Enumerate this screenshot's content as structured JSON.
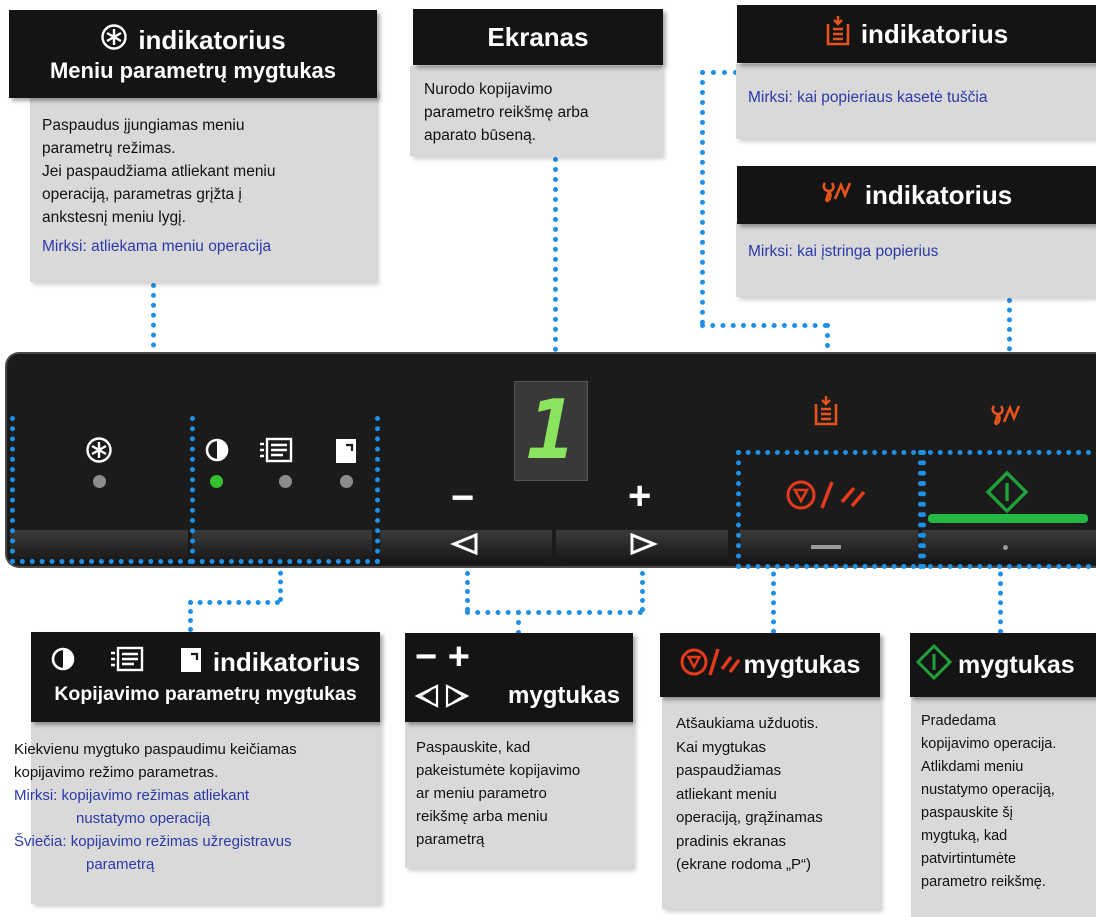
{
  "callouts": {
    "menu": {
      "title_suffix": "indikatorius",
      "title_line2": "Meniu parametrų mygtukas",
      "lines": [
        "Paspaudus įjungiamas meniu",
        "parametrų režimas.",
        "Jei paspaudžiama atliekant meniu",
        "operaciją, parametras grįžta į",
        "ankstesnį meniu lygį."
      ],
      "blink": "Mirksi: atliekama meniu operacija"
    },
    "screen": {
      "title": "Ekranas",
      "lines": [
        "Nurodo kopijavimo",
        "parametro reikšmę arba",
        "aparato būseną."
      ]
    },
    "paper": {
      "title_suffix": "indikatorius",
      "blink": "Mirksi: kai popieriaus kasetė tuščia"
    },
    "jam": {
      "title_suffix": "indikatorius",
      "blink": "Mirksi: kai įstringa popierius"
    },
    "copy_params": {
      "title_suffix": "indikatorius",
      "title_line2": "Kopijavimo parametrų mygtukas",
      "lines": [
        "Kiekvienu mygtuko paspaudimu keičiamas",
        "kopijavimo režimo parametras."
      ],
      "blink_label": "Mirksi:",
      "blink_text_1": "kopijavimo režimas atliekant",
      "blink_text_2": "nustatymo operaciją",
      "lit_label": "Šviečia:",
      "lit_text_1": "kopijavimo režimas užregistravus",
      "lit_text_2": "parametrą"
    },
    "plus_minus": {
      "title_suffix": "mygtukas",
      "lines": [
        "Paspauskite, kad",
        "pakeistumėte kopijavimo",
        "ar meniu parametro",
        "reikšmę arba meniu",
        "parametrą"
      ]
    },
    "clear": {
      "title_suffix": "mygtukas",
      "lines": [
        "Atšaukiama užduotis.",
        "Kai mygtukas",
        "paspaudžiamas",
        "atliekant meniu",
        "operaciją, grąžinamas",
        "pradinis ekranas",
        "(ekrane rodoma „P“)"
      ]
    },
    "start": {
      "title_suffix": "mygtukas",
      "lines": [
        "Pradedama",
        "kopijavimo operacija.",
        "Atlikdami meniu",
        "nustatymo operaciją,",
        "paspauskite šį",
        "mygtuką, kad",
        "patvirtintumėte",
        "parametro reikšmę."
      ]
    }
  },
  "panel": {
    "display_digit": "1",
    "minus_label": "−",
    "plus_label": "+",
    "leds": {
      "menu": "off",
      "exposure": "on",
      "mode2": "off",
      "mode3": "off"
    }
  },
  "colors": {
    "dotted_line": "#1e90e6",
    "header_bg": "#141414",
    "box_bg": "#d9d9d9",
    "warning": "#e8531d",
    "start": "#1fa23a",
    "clear": "#e73a1c",
    "link_text": "#2b3aa8"
  },
  "icons": [
    "menu-asterisk-icon",
    "exposure-icon",
    "copy-mode-icon",
    "card-icon",
    "paper-tray-icon",
    "paper-jam-icon",
    "clear-stop-icon",
    "start-diamond-icon",
    "minus-icon",
    "plus-icon",
    "left-triangle-icon",
    "right-triangle-icon"
  ]
}
